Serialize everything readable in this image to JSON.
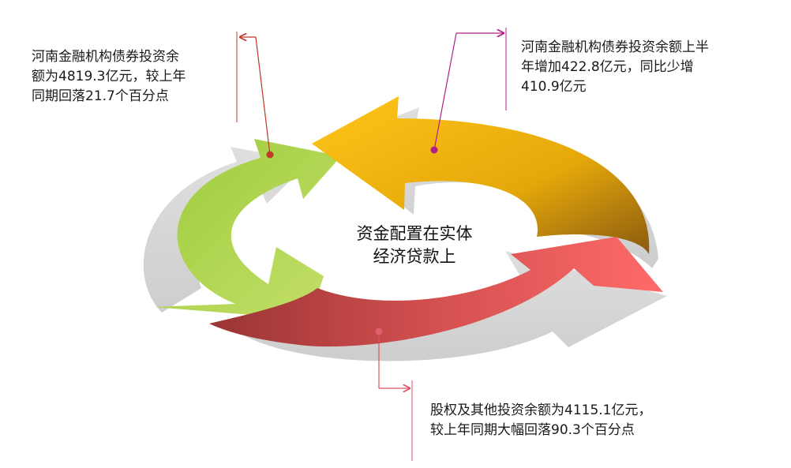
{
  "center": {
    "line1": "资金配置在实体",
    "line2": "经济贷款上"
  },
  "notes": {
    "bond_balance": {
      "line1": "河南金融机构债券投资余",
      "line2": "额为4819.3亿元，较上年",
      "line3": "同期回落21.7个百分点"
    },
    "bond_increase": {
      "line1": "河南金融机构债券投资余额上半",
      "line2": "年增加422.8亿元，同比少增",
      "line3": "410.9亿元"
    },
    "equity": {
      "line1": "股权及其他投资余额为4115.1亿元，",
      "line2": "较上年同期大幅回落90.3个百分点"
    }
  },
  "colors": {
    "green": "#a8cf45",
    "orange": "#f0b400",
    "red": "#e85a5a",
    "callout_red": "#c0392b",
    "callout_magenta": "#b0208a",
    "callout_pink": "#e05060"
  }
}
